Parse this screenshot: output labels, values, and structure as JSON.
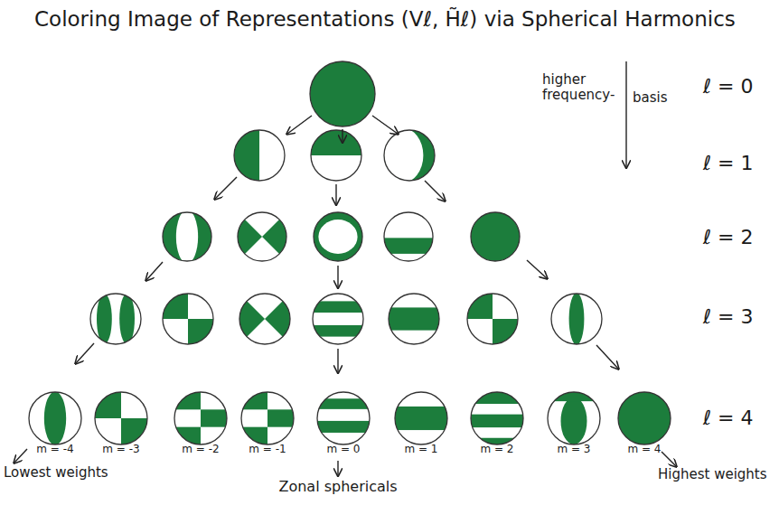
{
  "diagram": {
    "title": "Coloring Image of Representations (Vℓ, H̃ℓ) via Spherical Harmonics",
    "labels": [
      "higher frequency-",
      "basis",
      "ℓ = 0",
      "ℓ = 1",
      "ℓ = 2",
      "ℓ = 3",
      "ℓ = 4",
      "m = -4",
      "m = -3",
      "m = -2",
      "m = -1",
      "m = 0",
      "m = 1",
      "m = 2",
      "m = 3",
      "m = 4",
      "Lowest weights",
      "Zonal sphericals",
      "Highest weights"
    ]
  }
}
